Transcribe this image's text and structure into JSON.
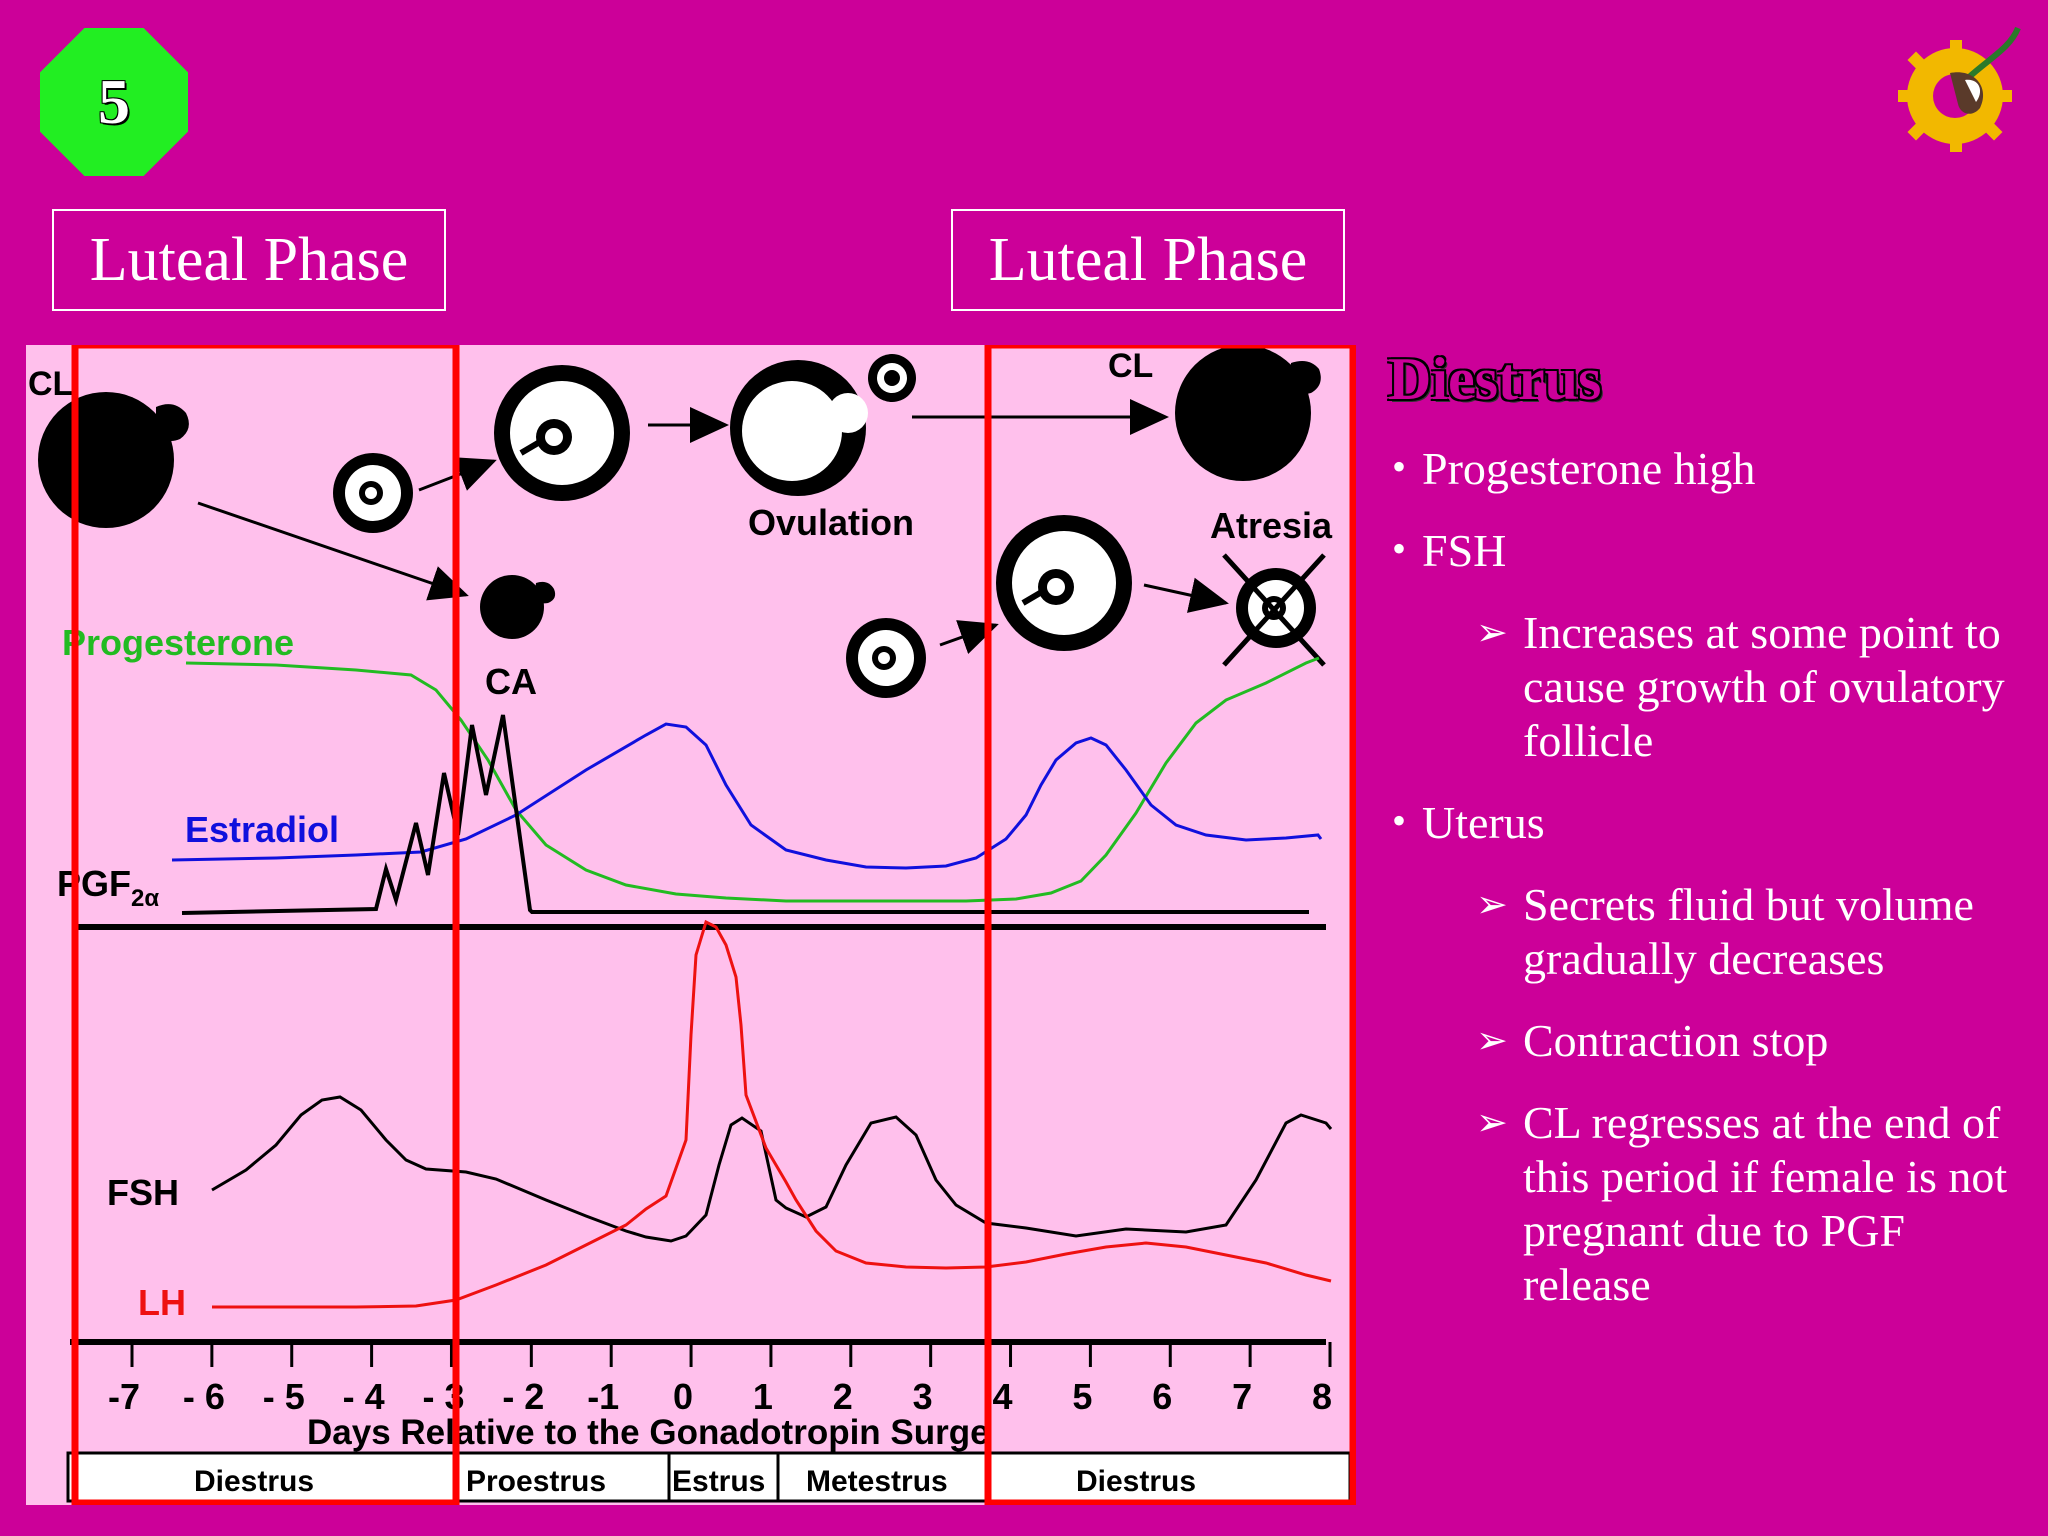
{
  "slide": {
    "number": "5",
    "phase_boxes": [
      "Luteal Phase",
      "Luteal Phase"
    ]
  },
  "colors": {
    "background": "#cc0099",
    "chart_bg": "#ffc0ec",
    "badge": "#22ee22",
    "highlight": "#ff0000",
    "progesterone": "#22bb22",
    "estradiol": "#1010dd",
    "lh": "#ee1111",
    "fsh": "#000000",
    "pgf": "#000000"
  },
  "diagram": {
    "labels": {
      "cl_left": "CL",
      "cl_right": "CL",
      "ovulation": "Ovulation",
      "atresia": "Atresia",
      "ca": "CA",
      "progesterone": "Progesterone",
      "estradiol": "Estradiol",
      "pgf_main": "PGF",
      "pgf_sub": "2α",
      "fsh": "FSH",
      "lh": "LH",
      "x_title": "Days Relative to the Gonadotropin Surge"
    },
    "days": [
      "-7",
      "- 6",
      "- 5",
      "- 4",
      "- 3",
      "- 2",
      "-1",
      "0",
      "1",
      "2",
      "3",
      "4",
      "5",
      "6",
      "7",
      "8"
    ],
    "stages": [
      "Diestrus",
      "Proestrus",
      "Estrus",
      "Metestrus",
      "Diestrus"
    ]
  },
  "right": {
    "heading": "Diestrus",
    "b1": "Progesterone high",
    "b2": "FSH",
    "b2s1": "Increases at some point to cause growth of ovulatory follicle",
    "b3": "Uterus",
    "b3s1": "Secrets fluid but volume gradually decreases",
    "b3s2": "Contraction stop",
    "b3s3": "CL regresses at the end of this period if female is not pregnant due to PGF release"
  }
}
